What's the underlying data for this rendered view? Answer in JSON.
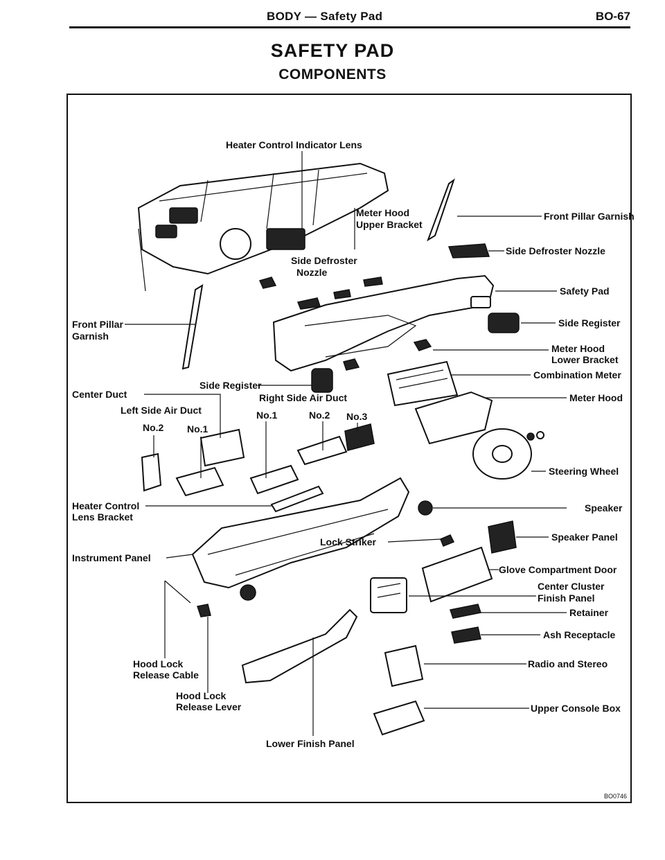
{
  "header": {
    "section": "BODY — Safety Pad",
    "page_number": "BO-67"
  },
  "title": "SAFETY PAD",
  "subtitle": "COMPONENTS",
  "figure_ref": "BO0746",
  "labels": {
    "heater_control_indicator_lens": "Heater Control Indicator Lens",
    "meter_hood_upper_bracket_1": "Meter Hood",
    "meter_hood_upper_bracket_2": "Upper Bracket",
    "front_pillar_garnish_right": "Front Pillar Garnish",
    "side_defroster_nozzle_right": "Side Defroster Nozzle",
    "side_defroster_nozzle_center_1": "Side Defroster",
    "side_defroster_nozzle_center_2": "Nozzle",
    "safety_pad": "Safety Pad",
    "front_pillar_garnish_left_1": "Front Pillar",
    "front_pillar_garnish_left_2": "Garnish",
    "side_register_right": "Side Register",
    "meter_hood_lower_bracket_1": "Meter Hood",
    "meter_hood_lower_bracket_2": "Lower Bracket",
    "side_register_center": "Side Register",
    "combination_meter": "Combination Meter",
    "center_duct": "Center Duct",
    "right_side_air_duct": "Right Side Air Duct",
    "meter_hood": "Meter Hood",
    "left_side_air_duct": "Left Side Air Duct",
    "left_no2": "No.2",
    "left_no1": "No.1",
    "right_no1": "No.1",
    "right_no2": "No.2",
    "right_no3": "No.3",
    "steering_wheel": "Steering Wheel",
    "heater_control_lens_bracket_1": "Heater Control",
    "heater_control_lens_bracket_2": "Lens Bracket",
    "speaker": "Speaker",
    "lock_striker": "Lock Striker",
    "speaker_panel": "Speaker Panel",
    "instrument_panel": "Instrument Panel",
    "glove_compartment_door": "Glove Compartment Door",
    "center_cluster_finish_panel_1": "Center Cluster",
    "center_cluster_finish_panel_2": "Finish Panel",
    "retainer": "Retainer",
    "ash_receptacle": "Ash Receptacle",
    "hood_lock_release_cable_1": "Hood Lock",
    "hood_lock_release_cable_2": "Release Cable",
    "radio_and_stereo": "Radio and Stereo",
    "hood_lock_release_lever_1": "Hood Lock",
    "hood_lock_release_lever_2": "Release Lever",
    "upper_console_box": "Upper Console Box",
    "lower_finish_panel": "Lower Finish Panel"
  }
}
